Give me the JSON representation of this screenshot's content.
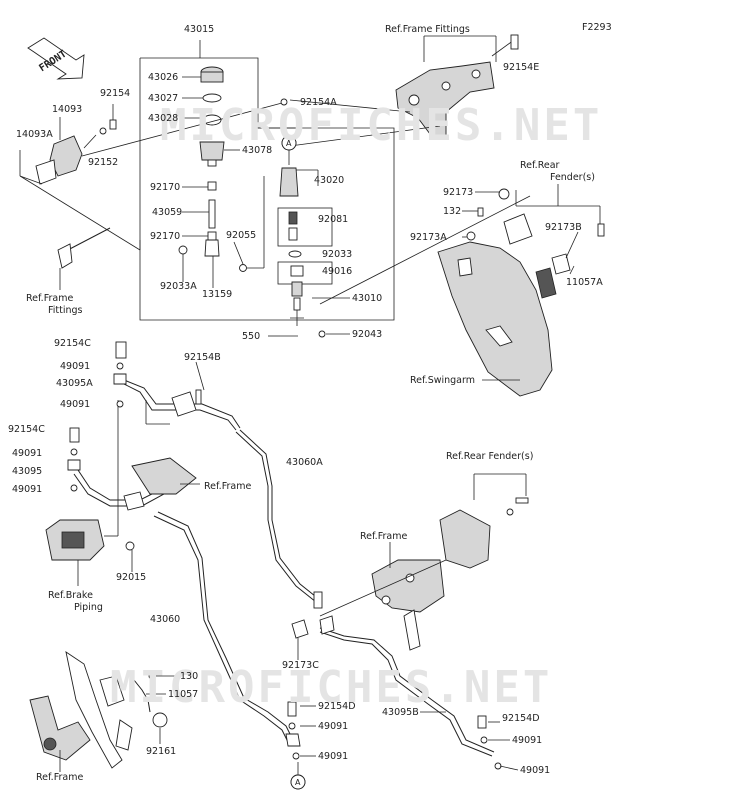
{
  "figure_code": "F2293",
  "watermark": "MICROFICHES.NET",
  "front_marker": "FRONT",
  "callout_marker": "A",
  "ref_labels": {
    "frame_fittings_top": "Ref.Frame Fittings",
    "frame_fittings_left_1": "Ref.Frame",
    "frame_fittings_left_2": "Fittings",
    "rear_fender_1": "Ref.Rear",
    "rear_fender_2": "Fender(s)",
    "swingarm": "Ref.Swingarm",
    "frame_mid": "Ref.Frame",
    "brake_piping_1": "Ref.Brake",
    "brake_piping_2": "Piping",
    "rear_fender_lower": "Ref.Rear Fender(s)",
    "frame_lower_right": "Ref.Frame",
    "frame_bottom_left": "Ref.Frame"
  },
  "part_labels": {
    "p43015": "43015",
    "p43026": "43026",
    "p43027": "43027",
    "p43028": "43028",
    "p43078": "43078",
    "p92170a": "92170",
    "p43059": "43059",
    "p92170b": "92170",
    "p92055": "92055",
    "p92033a": "92033A",
    "p13159": "13159",
    "p92154a": "92154A",
    "p92154e": "92154E",
    "p92154": "92154",
    "p14093": "14093",
    "p14093a": "14093A",
    "p92152": "92152",
    "p43020": "43020",
    "p92081": "92081",
    "p92033": "92033",
    "p49016": "49016",
    "p43010": "43010",
    "p550": "550",
    "p92043": "92043",
    "p92173": "92173",
    "p132": "132",
    "p92173a": "92173A",
    "p92173b": "92173B",
    "p11057a": "11057A",
    "p92154c_1": "92154C",
    "p49091_1": "49091",
    "p43095a": "43095A",
    "p49091_2": "49091",
    "p92154b": "92154B",
    "p92154c_2": "92154C",
    "p49091_3": "49091",
    "p43095": "43095",
    "p49091_4": "49091",
    "p43060a": "43060A",
    "p92015": "92015",
    "p43060": "43060",
    "p92173c": "92173C",
    "p130": "130",
    "p11057": "11057",
    "p92161": "92161",
    "p92154d_1": "92154D",
    "p49091_5": "49091",
    "p49091_6": "49091",
    "p43095b": "43095B",
    "p92154d_2": "92154D",
    "p49091_7": "49091",
    "p49091_8": "49091"
  }
}
